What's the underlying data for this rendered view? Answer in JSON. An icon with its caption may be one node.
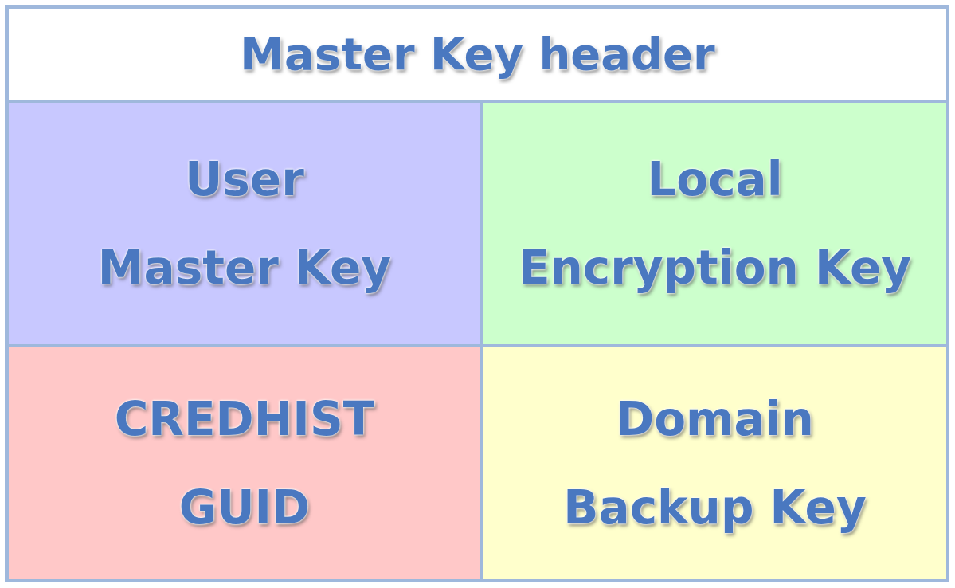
{
  "diagram": {
    "nodes": [
      {
        "text": [
          "Master Key header"
        ]
      },
      {
        "text": [
          "User Master Key"
        ]
      },
      {
        "text": [
          "Local Encryption Key"
        ]
      },
      {
        "text": [
          "CREDHIST GUID"
        ]
      },
      {
        "text": [
          "Domain Backup Key"
        ]
      }
    ]
  }
}
